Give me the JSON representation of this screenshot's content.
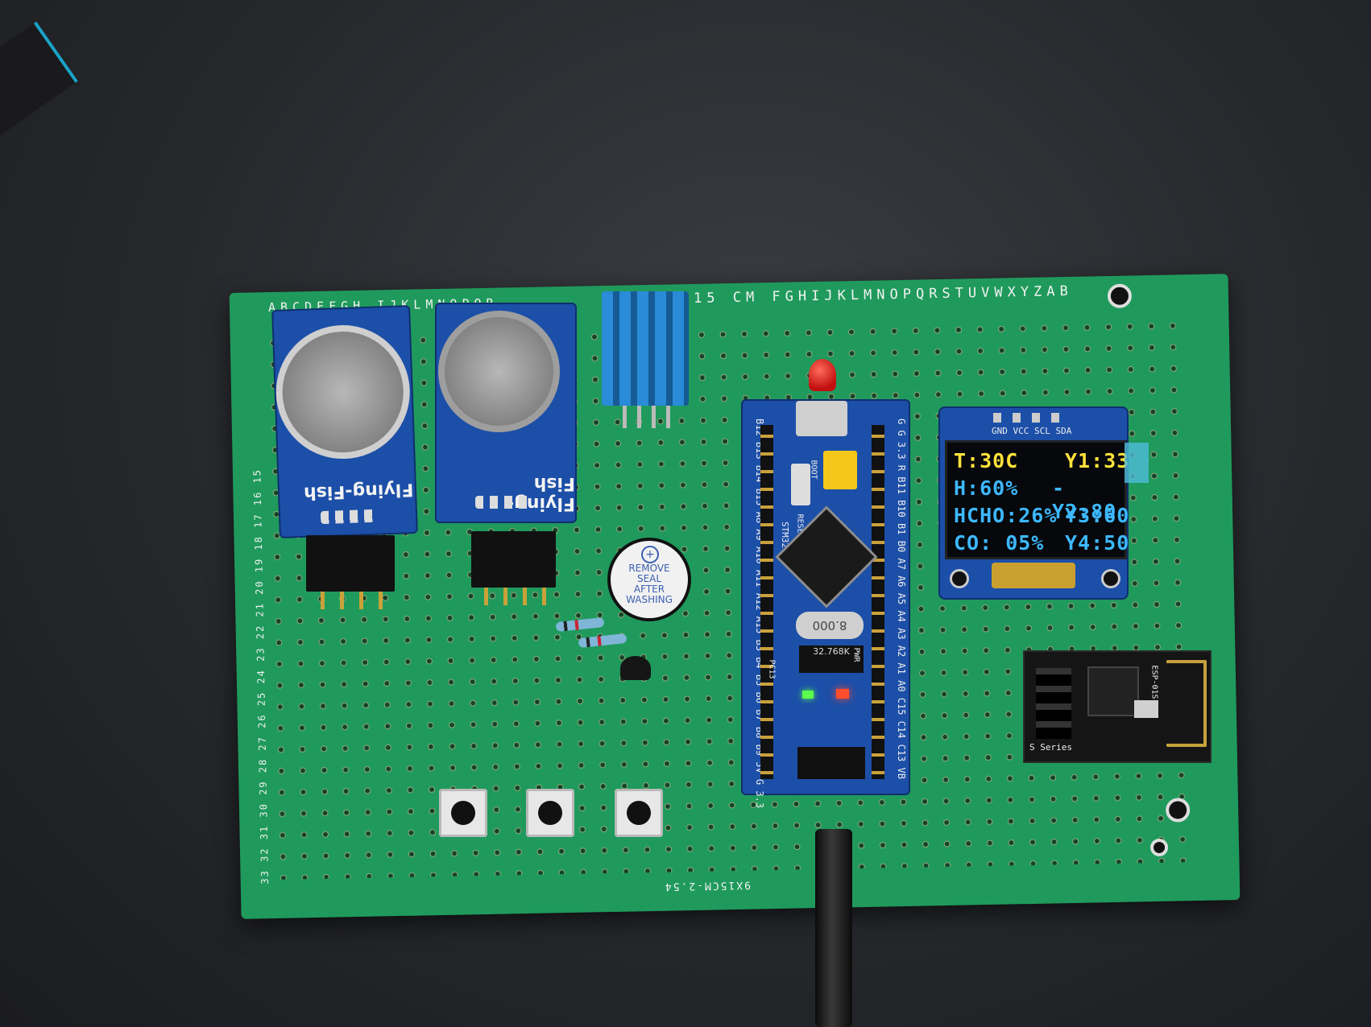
{
  "board": {
    "top_row_letters_left": "ABCDEFGH IJKLMNOPQR",
    "top_row_letters_right": "XY 9*15 CM FGHIJKLMNOPQRSTUVWXYZAB",
    "bottom_label": "9X15CM-2.54",
    "left_numbers": "33 32 31 30 29 28 27 26 25 24 23 22 21 20 19 18 17 16 15"
  },
  "gas_sensor_1": {
    "brand": "Flying-Fish"
  },
  "gas_sensor_2": {
    "brand": "Flying-Fish"
  },
  "buzzer": {
    "seal_text": [
      "REMOVE",
      "SEAL",
      "AFTER",
      "WASHING"
    ]
  },
  "mcu_board": {
    "chip_label": "STM32",
    "boot_label": "BOOT",
    "reset_label": "RESET",
    "crystal_label": "32.768K",
    "crystal2_label": "8.000",
    "pwr_label": "PWR",
    "pc13_label": "PC13",
    "left_pins": "B12 B13 B14 B15 A8 A9 A10 A11 A12 A15 B3 B4 B5 B6 B7 B8 B9 5V G 3.3",
    "right_pins": "G G 3.3 R B11 B10 B1 B0 A7 A6 A5 A4 A3 A2 A1 A0 C15 C14 C13 VB"
  },
  "oled": {
    "pin_labels": "GND VCC SCL SDA",
    "lines_left": [
      "T:30C",
      "H:60%",
      "HCHO:26%",
      "CO: 05%"
    ],
    "lines_right": [
      "Y1:33",
      "-Y2:80",
      "Y3:60",
      "Y4:50"
    ],
    "color_cyan": "#3db8ff",
    "color_yellow": "#ffe23a"
  },
  "esp01": {
    "model": "ESP-01S",
    "series": "S Series"
  },
  "colors": {
    "pcb": "#1f9a5c",
    "module": "#1c4fa8",
    "background": "#26282c"
  }
}
